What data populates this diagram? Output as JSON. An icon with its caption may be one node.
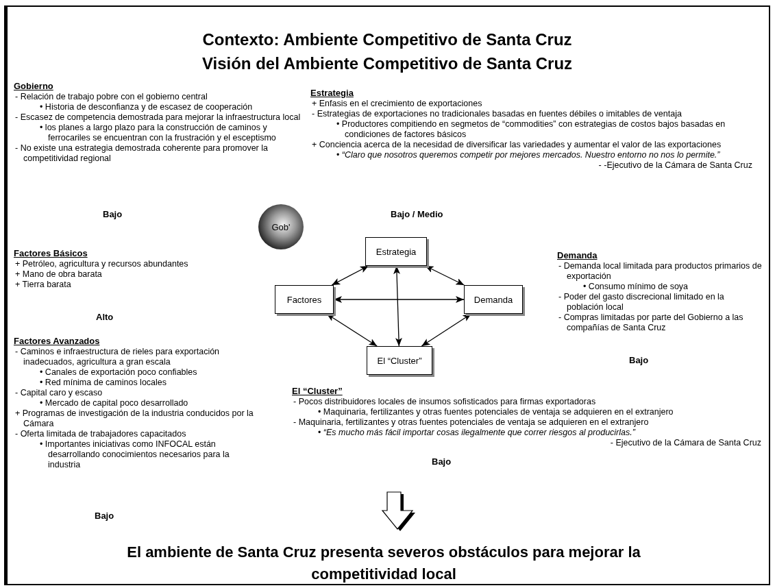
{
  "diagram": {
    "title": "Contexto: Ambiente Competitivo de Santa Cruz Visión del Ambiente Competitivo de Santa Cruz",
    "caption": "El ambiente de Santa Cruz presenta severos obstáculos para mejorar la competitividad local",
    "nodes": [
      {
        "text": [
          "Gob'"
        ]
      },
      {
        "text": [
          "Estrategia"
        ]
      },
      {
        "text": [
          "Factores"
        ]
      },
      {
        "text": [
          "Demanda"
        ]
      },
      {
        "text": [
          "El “Cluster”"
        ]
      }
    ],
    "edges": [
      {
        "from": 2,
        "to": 1,
        "arrow": "both"
      },
      {
        "from": 1,
        "to": 3,
        "arrow": "both"
      },
      {
        "from": 2,
        "to": 3,
        "arrow": "both"
      },
      {
        "from": 1,
        "to": 4,
        "arrow": "both"
      },
      {
        "from": 2,
        "to": 4,
        "arrow": "both"
      },
      {
        "from": 3,
        "to": 4,
        "arrow": "both"
      }
    ],
    "labels": [
      "Gobierno",
      "- Relación de trabajo pobre con el gobierno central",
      "• Historia de desconfianza y de escasez de cooperación",
      "- Escasez de competencia demostrada para mejorar la infraestructura local",
      "• los planes a largo plazo para la construcción de caminos y ferrocariles se encuentran con la frustración y el esceptismo",
      "- No existe una estrategia demostrada coherente para promover la competitividad regional",
      "Bajo",
      "Estrategia",
      "+ Enfasis en el crecimiento de exportaciones",
      "- Estrategias de exportaciones no tradicionales basadas en fuentes débiles o imitables de ventaja",
      "• Productores compitiendo en segmetos de “commodities” con estrategias de costos bajos basadas en condiciones de factores básicos",
      "+ Conciencia acerca de la necesidad de diversificar las variedades y aumentar el valor de las exportaciones",
      "• *“Claro que nosotros queremos competir por mejores mercados. Nuestro entorno no nos lo permite.”*",
      "- -Ejecutivo de la Cámara de Santa Cruz",
      "Bajo / Medio",
      "Factores Básicos",
      "+ Petróleo, agricultura y recursos abundantes",
      "+ Mano de obra barata",
      "+ Tierra barata",
      "Alto",
      "Factores Avanzados",
      "- Caminos e infraestructura de rieles para exportación inadecuados, agricultura a gran escala",
      "• Canales de exportación poco confiables",
      "• Red mínima de caminos locales",
      "- Capital caro y escaso",
      "• Mercado de capital poco desarrollado",
      "+ Programas de investigación de la industria conducidos por la Cámara",
      "- Oferta limitada de trabajadores capacitados",
      "• Importantes iniciativas como INFOCAL están desarrollando conocimientos necesarios para la industria",
      "Bajo",
      "Demanda",
      "- Demanda local limitada para productos primarios de exportación",
      "• Consumo mínimo de soya",
      "- Poder del gasto discrecional limitado en la población local",
      "- Compras limitadas por parte del Gobierno a las compañías de Santa Cruz",
      "Bajo",
      "El “Cluster”",
      "- Pocos distribuidores locales de insumos sofisticados para firmas exportadoras",
      "• Maquinaria, fertilizantes y otras fuentes potenciales de ventaja se adquieren en el extranjero",
      "- Maquinaria, fertilizantes y otras fuentes potenciales de ventaja se adquieren en el extranjero",
      "• *“Es mucho más fácil importar cosas ilegalmente que correr riesgos al producirlas.”*",
      "- Ejecutivo de la Cámara de Santa Cruz",
      "Bajo"
    ]
  }
}
